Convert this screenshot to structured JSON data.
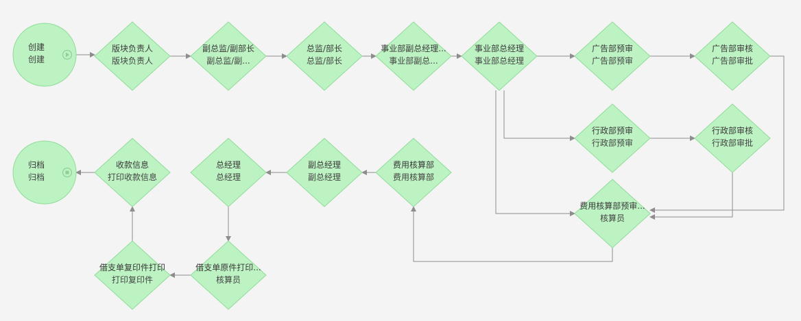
{
  "colors": {
    "node_fill": "#bdf2c2",
    "node_stroke": "#8fdc98",
    "edge": "#8d8d8d",
    "background": "#f4f4f4"
  },
  "nodes": {
    "start": {
      "line1": "创建",
      "line2": "创建",
      "icon": "play-icon"
    },
    "n1": {
      "line1": "版块负责人",
      "line2": "版块负责人"
    },
    "n2": {
      "line1": "副总监/副部长",
      "line2": "副总监/副..."
    },
    "n3": {
      "line1": "总监/部长",
      "line2": "总监/部长"
    },
    "n4": {
      "line1": "事业部副总经理...",
      "line2": "事业部副总..."
    },
    "n5": {
      "line1": "事业部总经理",
      "line2": "事业部总经理"
    },
    "n6": {
      "line1": "广告部预审",
      "line2": "广告部预审"
    },
    "n7": {
      "line1": "广告部审核",
      "line2": "广告部审批"
    },
    "n8": {
      "line1": "行政部预审",
      "line2": "行政部预审"
    },
    "n9": {
      "line1": "行政部审核",
      "line2": "行政部审批"
    },
    "n10": {
      "line1": "费用核算部预审...",
      "line2": "核算员"
    },
    "n11": {
      "line1": "费用核算部",
      "line2": "费用核算部"
    },
    "n12": {
      "line1": "副总经理",
      "line2": "副总经理"
    },
    "n13": {
      "line1": "总经理",
      "line2": "总经理"
    },
    "n14": {
      "line1": "借支单原件打印...",
      "line2": "核算员"
    },
    "n15": {
      "line1": "借支单复印件打印",
      "line2": "打印复印件"
    },
    "n16": {
      "line1": "收款信息",
      "line2": "打印收款信息"
    },
    "end": {
      "line1": "归档",
      "line2": "归档",
      "icon": "stop-icon"
    }
  }
}
